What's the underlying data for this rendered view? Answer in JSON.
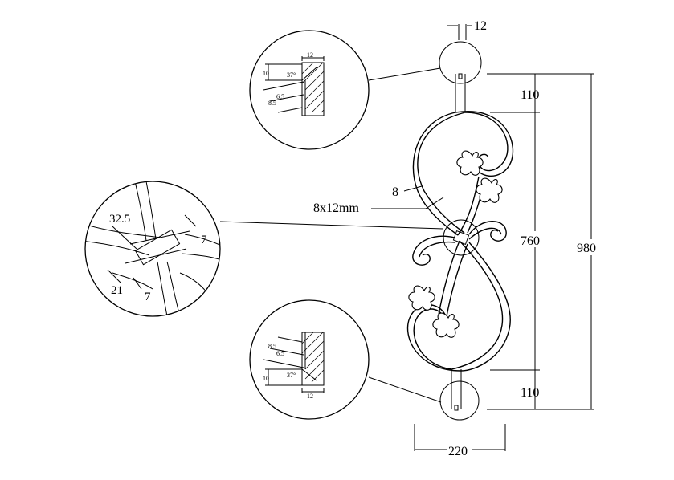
{
  "dimensions": {
    "top_width": "12",
    "top_segment": "110",
    "middle_segment": "760",
    "bottom_segment": "110",
    "total_height": "980",
    "bottom_width": "220",
    "bar_thickness": "8",
    "bar_section": "8x12mm"
  },
  "detail_top": {
    "width": "12",
    "height": "10",
    "angle": "37°",
    "d1": "6.5",
    "d2": "8.5"
  },
  "detail_middle": {
    "d1": "32.5",
    "d2": "7",
    "d3": "21",
    "d4": "7"
  },
  "detail_bottom": {
    "width": "12",
    "height": "10",
    "angle": "37°",
    "d1": "8.5",
    "d2": "6.5"
  }
}
